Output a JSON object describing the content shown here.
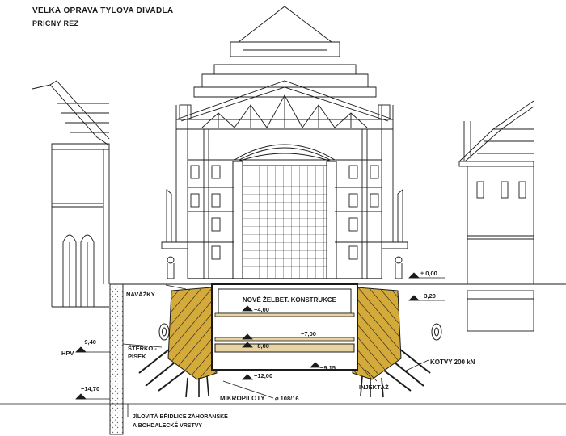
{
  "header": {
    "title": "VELKÁ OPRAVA TYLOVA DIVADLA",
    "subtitle": "PRICNY REZ"
  },
  "labels": {
    "navazky": "NAVÁŽKY",
    "sterko_1": "ŠTERKO -",
    "sterko_2": "PÍSEK",
    "hpv": "HPV",
    "new_construction": "NOVÉ ŽELBET. KONSTRUKCE",
    "mikropiloty": "MIKROPILOTY",
    "mikropiloty_spec": "⌀ 108/16",
    "kotvy": "KOTVY 200 kN",
    "injektaz": "INJEKTÁŽ",
    "geology_1": "JÍLOVITÁ BŘIDLICE ZÁHORANSKÉ",
    "geology_2": "A BOHDALECKÉ VRSTVY"
  },
  "levels": {
    "l_000": "± 0,00",
    "l_320": "−3,20",
    "l_400": "−4,00",
    "l_700": "−7,00",
    "l_800": "−8,00",
    "l_915": "−9,15",
    "l_940": "−9,40",
    "l_1200": "−12,00",
    "l_1470": "−14,70"
  },
  "colors": {
    "line": "#1b1b1b",
    "pile": "#d4aa3a",
    "slab": "#e7d4a2",
    "soil_dots": "#6b6b6b"
  }
}
